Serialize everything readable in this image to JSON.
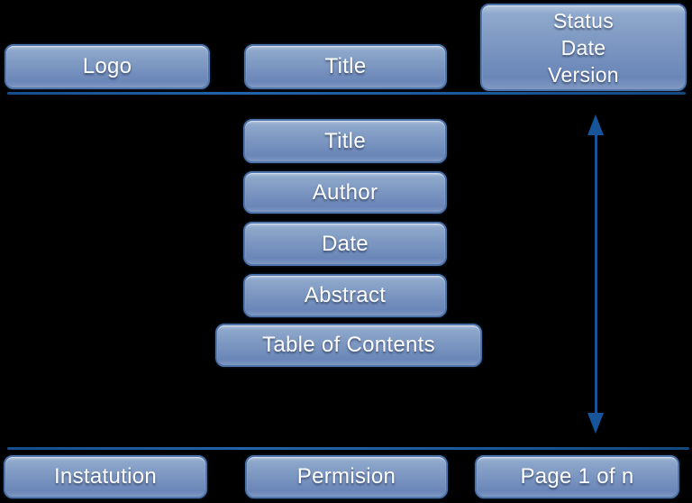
{
  "diagram": {
    "description": "Document page template layout diagram",
    "background": "#000000"
  },
  "colors": {
    "box_fill_top": "#b3c5dd",
    "box_fill_bottom": "#6a86b8",
    "box_border": "#4f74a9",
    "line": "#17549a",
    "arrow": "#17549a",
    "text": "#ffffff"
  },
  "header": {
    "logo_label": "Logo",
    "title_label": "Title",
    "status_lines": [
      "Status",
      "Date",
      "Version"
    ]
  },
  "body": {
    "items": [
      "Title",
      "Author",
      "Date",
      "Abstract",
      "Table of Contents"
    ]
  },
  "footer": {
    "institution_label": "Instatution",
    "permission_label": "Permision",
    "page_label": "Page 1 of n"
  },
  "icons": {
    "vertical_double_arrow": "double-headed vertical arrow between header and footer rules"
  }
}
